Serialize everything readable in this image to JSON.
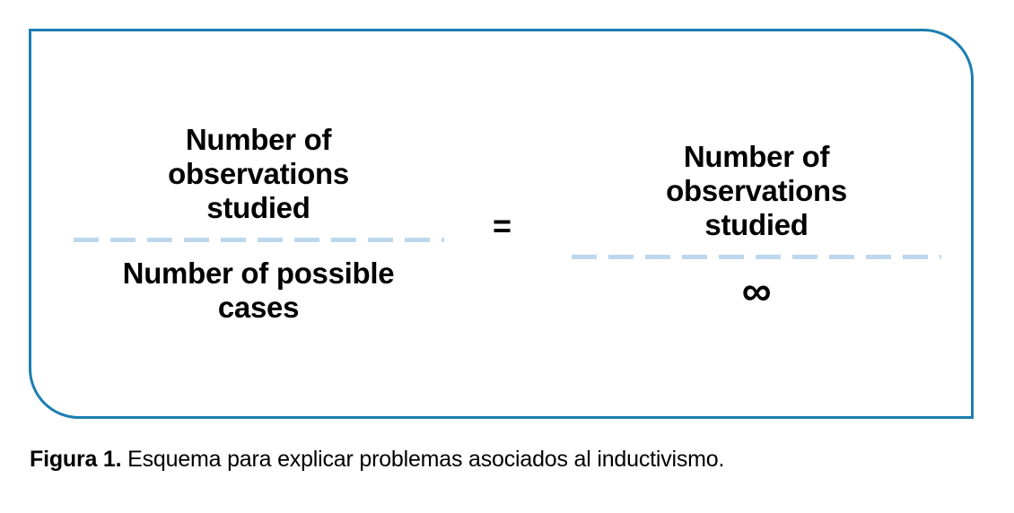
{
  "figure": {
    "frame": {
      "border_color": "#1c7eb0",
      "background_color": "#ffffff"
    },
    "equation": {
      "left_fraction": {
        "numerator": "Number of\nobservations\nstudied",
        "denominator": "Number of possible\ncases",
        "bar_color": "#bdd7ee"
      },
      "operator": "=",
      "right_fraction": {
        "numerator": "Number of\nobservations\nstudied",
        "denominator": "∞",
        "bar_color": "#bdd7ee"
      }
    }
  },
  "caption": {
    "label": "Figura 1.",
    "text": " Esquema para explicar problemas asociados al inductivismo."
  }
}
